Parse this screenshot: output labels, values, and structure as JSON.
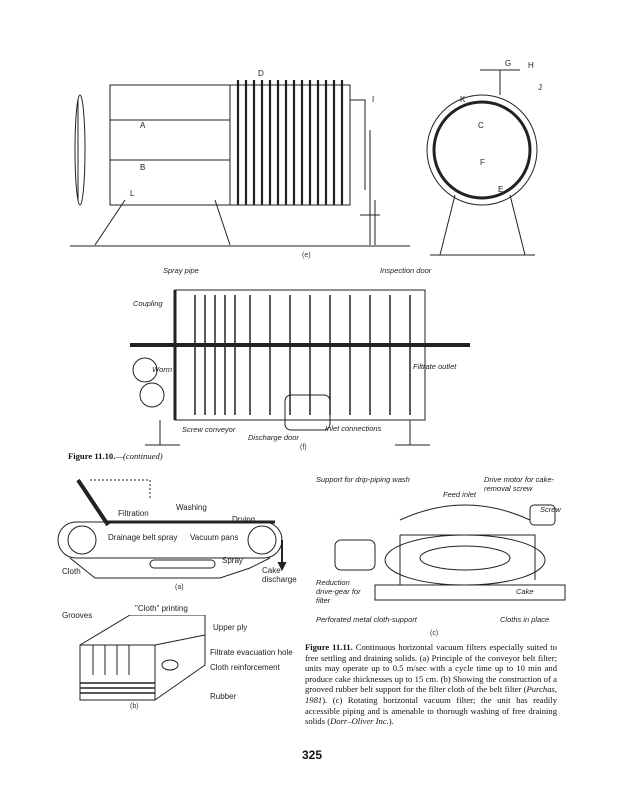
{
  "figure_e": {
    "sub_label": "(e)",
    "letters": [
      "A",
      "B",
      "C",
      "D",
      "E",
      "F",
      "G",
      "H",
      "I",
      "J",
      "K",
      "L"
    ]
  },
  "figure_f": {
    "sub_label": "(f)",
    "labels": {
      "spray_pipe": "Spray pipe",
      "inspection_door": "Inspection door",
      "coupling": "Coupling",
      "worm": "Worm",
      "filtrate_outlet": "Filtrate outlet",
      "screw_conveyor": "Screw conveyor",
      "discharge_door": "Discharge door",
      "inlet_connections": "Inlet connections"
    }
  },
  "figure_10_caption": {
    "label": "Figure 11.10.",
    "text": "—(continued)"
  },
  "figure_11a": {
    "sub_label": "(a)",
    "labels": {
      "filtration": "Filtration",
      "washing": "Washing",
      "drying": "Drying",
      "drainage_belt_spray": "Drainage belt spray",
      "vacuum_pans": "Vacuum pans",
      "spray": "Spray",
      "cloth": "Cloth",
      "cake_discharge": "Cake discharge"
    }
  },
  "figure_11b": {
    "sub_label": "(b)",
    "labels": {
      "grooves": "Grooves",
      "cloth_printing": "\"Cloth\" printing",
      "upper_ply": "Upper ply",
      "filtrate_evacuation_hole": "Filtrate evacuation hole",
      "cloth_reinforcement": "Cloth reinforcement",
      "rubber": "Rubber"
    }
  },
  "figure_11c": {
    "sub_label": "(c)",
    "labels": {
      "support_drip": "Support for drip-piping wash",
      "drive_motor": "Drive motor for cake-removal screw",
      "feed_inlet": "Feed inlet",
      "screw": "Screw",
      "reduction_gear": "Reduction drive-gear for filter",
      "cake": "Cake",
      "perforated_support": "Perforated metal cloth-support",
      "cloths_in_place": "Cloths in place"
    }
  },
  "figure_11_caption": {
    "label": "Figure 11.11.",
    "text_1": " Continuous horizontal vacuum filters especially suited to free settling and draining solids. (a) Principle of the conveyor belt filter; units may operate up to 0.5 m/sec with a cycle time up to 10 min and produce cake thicknesses up to 15 cm. (b) Showing the construction of a grooved rubber belt support for the filter cloth of the belt filter (",
    "cite_1": "Purchas, 1981",
    "text_2": "). (c) Rotating horizontal vacuum filter; the unit has readily accessible piping and is amenable to thorough washing of free draining solids (",
    "cite_2": "Dorr–Oliver Inc.",
    "text_3": ")."
  },
  "page_number": "325"
}
